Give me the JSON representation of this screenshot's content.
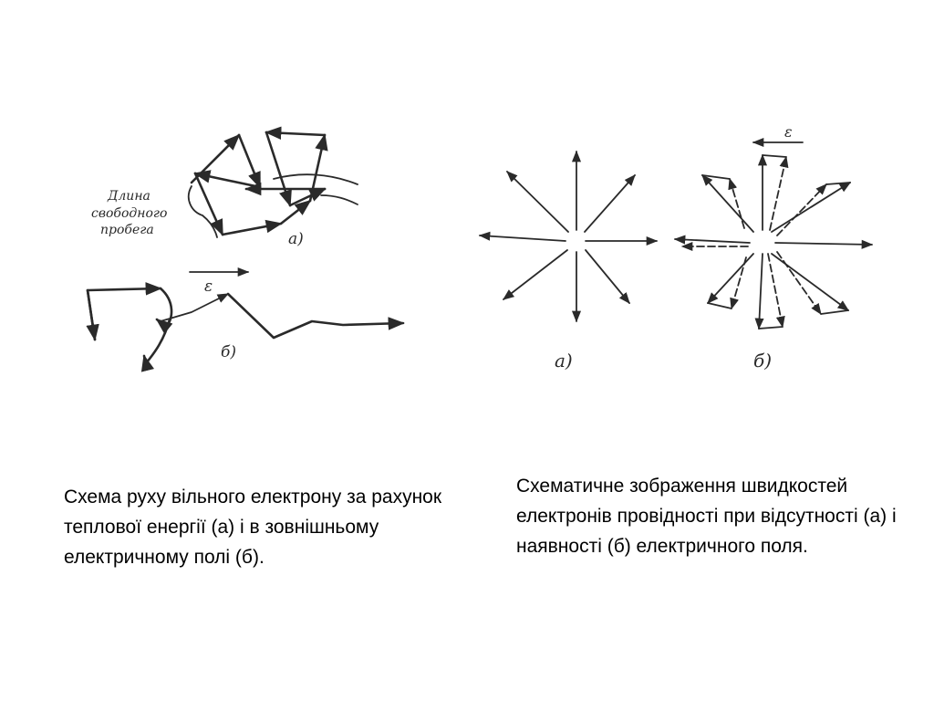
{
  "diagram_left": {
    "annotation_lines": [
      "Длина",
      "свободного",
      "пробега"
    ],
    "label_a": "а)",
    "label_b": "б)",
    "field_symbol": "ε"
  },
  "diagram_right": {
    "label_a": "а)",
    "label_b": "б)",
    "field_symbol": "ε"
  },
  "captions": {
    "left": "Схема руху вільного електрону за рахунок теплової енергії (а) і в зовнішньому електричному полі (б).",
    "right": "Схематичне зображення швидкостей електронів провідності при відсутності (а) і наявності (б) електричного поля."
  }
}
